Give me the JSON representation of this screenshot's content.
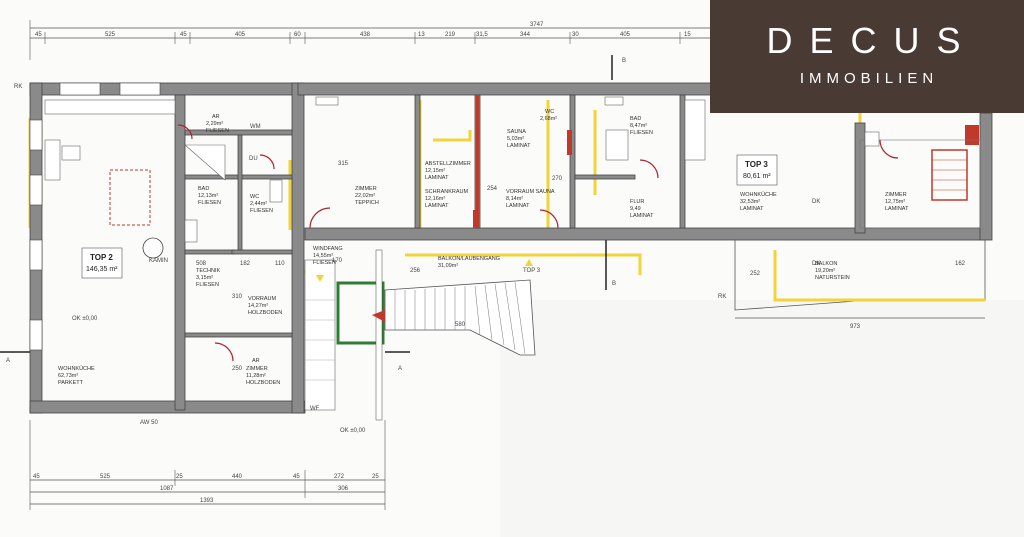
{
  "brand": {
    "name": "DECUS",
    "sub": "IMMOBILIEN"
  },
  "dims_top": {
    "total": "3747",
    "a": "45",
    "b": "525",
    "c": "45",
    "d": "405",
    "e": "60",
    "f": "438",
    "g": "13",
    "h": "219",
    "i": "31,5",
    "j": "344",
    "k": "30",
    "l": "405",
    "m": "15"
  },
  "dims_bottom": {
    "a": "45",
    "b": "525",
    "c": "25",
    "d": "440",
    "e": "45",
    "f": "272",
    "g": "25",
    "h": "1087",
    "i": "306",
    "j": "1393"
  },
  "dims_misc": {
    "balkon_width": "973",
    "d256": "256",
    "d170": "170",
    "d580": "580",
    "d252": "252",
    "d162": "162",
    "d110": "110",
    "d182": "182",
    "d508": "508",
    "d315": "315",
    "d254": "254",
    "d310": "310",
    "d270": "270",
    "d250": "250"
  },
  "top2": {
    "label": "TOP 2",
    "area": "146,35 m²"
  },
  "top3": {
    "label": "TOP 3",
    "area": "80,61 m²"
  },
  "top3_stair": {
    "label": "TOP 3"
  },
  "rooms": {
    "ar1": {
      "name": "AR",
      "line1": "2,29m²",
      "line2": "FLIESEN"
    },
    "bad1": {
      "name": "BAD",
      "line1": "12,13m²",
      "line2": "FLIESEN"
    },
    "wc1": {
      "name": "WC",
      "line1": "2,44m²",
      "line2": "FLIESEN"
    },
    "technik": {
      "name": "TECHNIK",
      "line1": "3,15m²",
      "line2": "FLIESEN"
    },
    "vorraum1": {
      "name": "VORRAUM",
      "line1": "14,27m²",
      "line2": "HOLZBODEN"
    },
    "ar2": {
      "name": "AR",
      "line1": "",
      "line2": ""
    },
    "zimmer1": {
      "name": "ZIMMER",
      "line1": "11,28m²",
      "line2": "HOLZBODEN"
    },
    "wohnkueche1": {
      "name": "WOHNKÜCHE",
      "line1": "62,73m²",
      "line2": "PARKETT"
    },
    "zimmer2": {
      "name": "ZIMMER",
      "line1": "22,02m²",
      "line2": "TEPPICH"
    },
    "abstell": {
      "name": "ABSTELLZIMMER",
      "line1": "12,15m²",
      "line2": "LAMINAT"
    },
    "schrank": {
      "name": "SCHRANKRAUM",
      "line1": "12,16m²",
      "line2": "LAMINAT"
    },
    "sauna": {
      "name": "SAUNA",
      "line1": "5,03m²",
      "line2": "LAMINAT"
    },
    "wc2": {
      "name": "WC",
      "line1": "2,68m²",
      "line2": ""
    },
    "vorraum_sauna": {
      "name": "VORRAUM SAUNA",
      "line1": "8,14m²",
      "line2": "LAMINAT"
    },
    "bad2": {
      "name": "BAD",
      "line1": "8,47m²",
      "line2": "FLIESEN"
    },
    "flur": {
      "name": "FLUR",
      "line1": "9,49",
      "line2": "LAMINAT"
    },
    "windfang": {
      "name": "WINDFANG",
      "line1": "14,55m²",
      "line2": "FLIESEN"
    },
    "balkon_lauben": {
      "name": "BALKON/LAUBENGANG",
      "line1": "31,09m²",
      "line2": ""
    },
    "wohnkueche3": {
      "name": "WOHNKÜCHE",
      "line1": "32,53m²",
      "line2": "LAMINAT"
    },
    "zimmer3": {
      "name": "ZIMMER",
      "line1": "12,75m²",
      "line2": "LAMINAT"
    },
    "balkon3": {
      "name": "BALKON",
      "line1": "19,20m²",
      "line2": "NATURSTEIN"
    }
  },
  "markers": {
    "cut_a": "A",
    "cut_b": "B",
    "rk": "RK",
    "dk": "DK",
    "kamin": "KAMIN",
    "wm": "WM",
    "du": "DU",
    "ok": "OK ±0,00",
    "aw": "AW 50",
    "wf": "WF"
  }
}
